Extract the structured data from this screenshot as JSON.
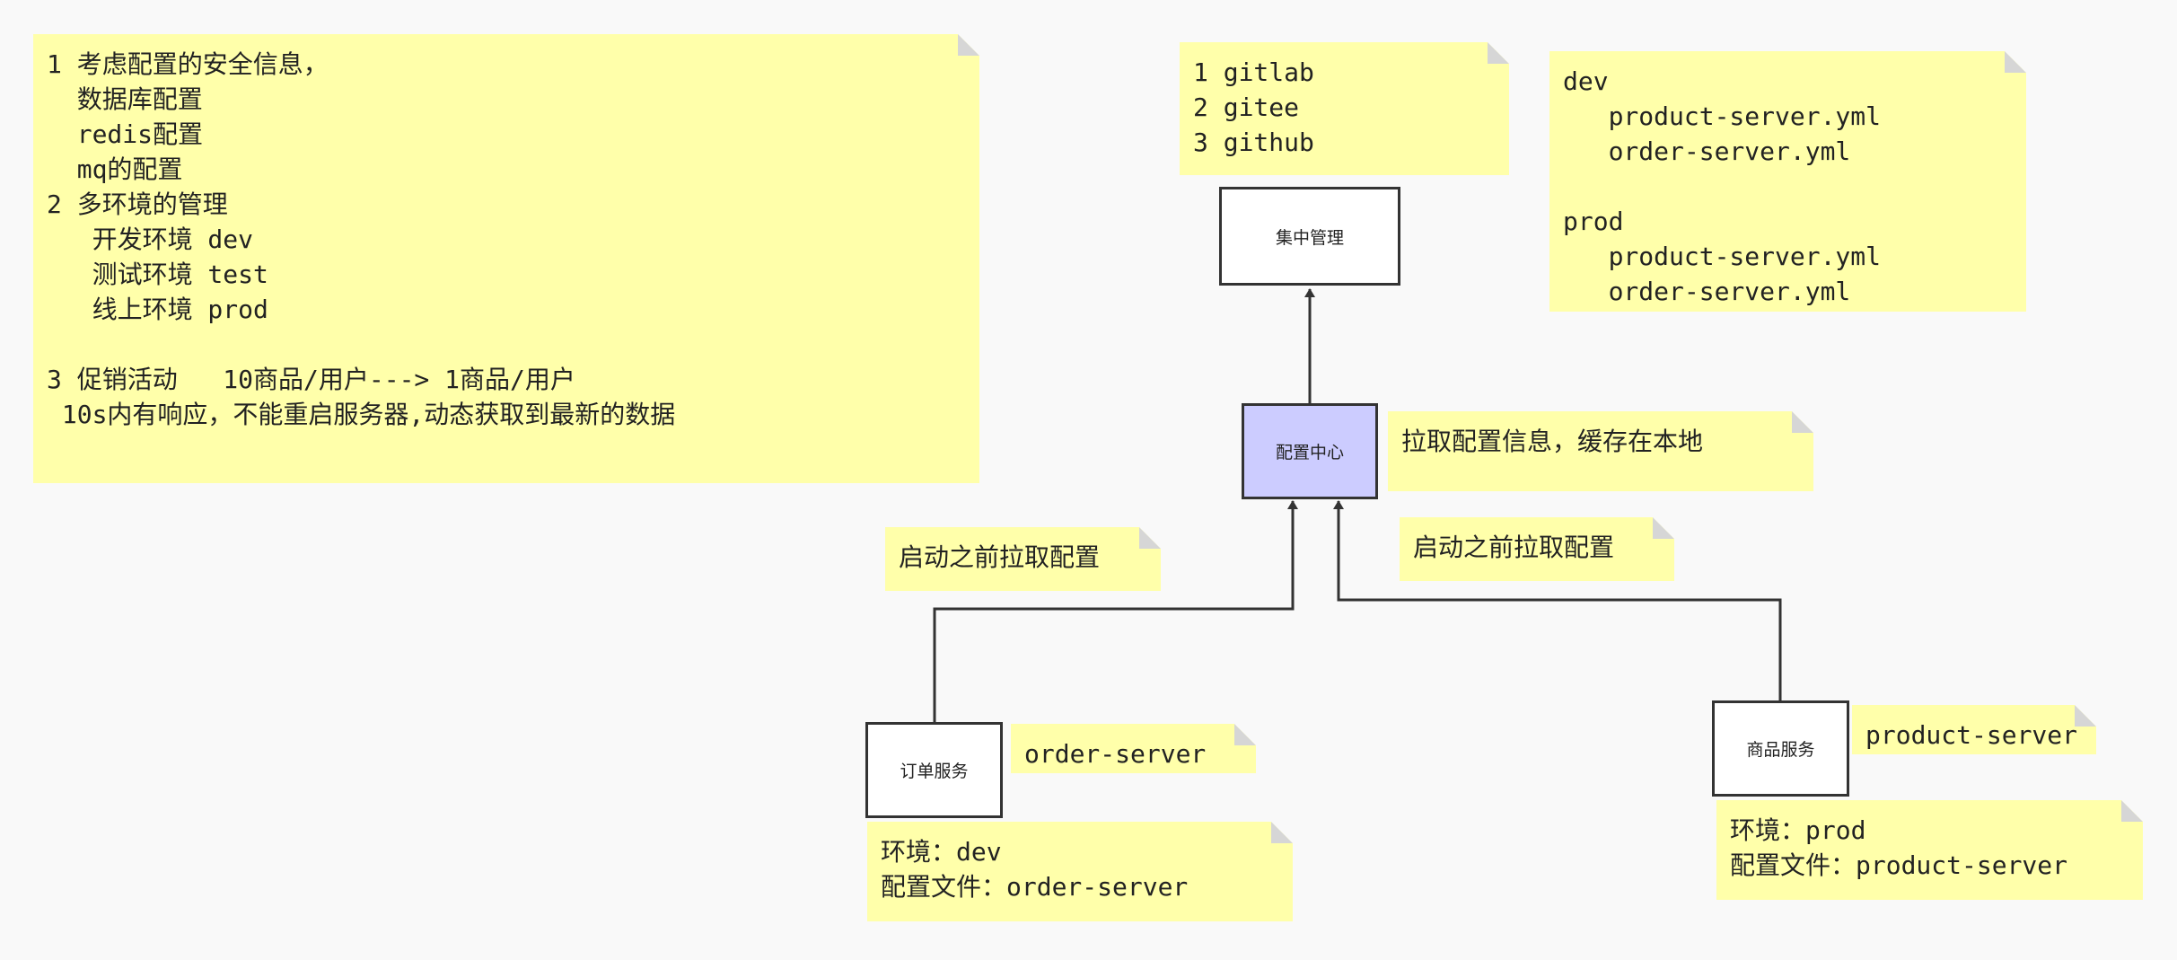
{
  "nodes": {
    "centralized_management": "集中管理",
    "config_center": "配置中心",
    "order_service": "订单服务",
    "product_service": "商品服务"
  },
  "notes": {
    "considerations": [
      "1 考虑配置的安全信息，",
      "  数据库配置",
      "  redis配置",
      "  mq的配置",
      "2 多环境的管理",
      "   开发环境 dev",
      "   测试环境 test",
      "   线上环境 prod",
      "",
      "3 促销活动   10商品/用户---> 1商品/用户",
      " 10s内有响应，不能重启服务器,动态获取到最新的数据"
    ],
    "repositories": [
      "1 gitlab",
      "2 gitee",
      "3 github"
    ],
    "environments": [
      "dev",
      "   product-server.yml",
      "   order-server.yml",
      "",
      "prod",
      "   product-server.yml",
      "   order-server.yml"
    ],
    "pull_cache": [
      "拉取配置信息，缓存在本地"
    ],
    "pull_before_start_left": [
      "启动之前拉取配置"
    ],
    "pull_before_start_right": [
      "启动之前拉取配置"
    ],
    "order_server_name": [
      "order-server"
    ],
    "order_server_env": [
      "环境：dev",
      "配置文件：order-server"
    ],
    "product_server_name": [
      "product-server"
    ],
    "product_server_env": [
      "环境：prod",
      "配置文件：product-server"
    ]
  },
  "colors": {
    "note_background": "#ffffaa",
    "center_node": "#ccccff",
    "node_background": "#ffffff",
    "border": "#333333"
  }
}
